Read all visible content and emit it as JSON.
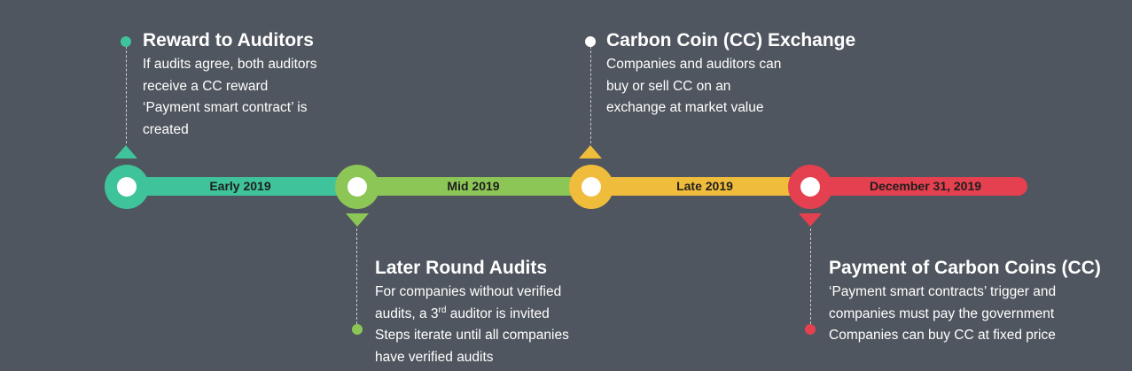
{
  "timeline": {
    "segments": [
      {
        "label": "Early 2019",
        "color": "#3fc39a"
      },
      {
        "label": "Mid 2019",
        "color": "#8cc656"
      },
      {
        "label": "Late 2019",
        "color": "#f0bc3c"
      },
      {
        "label": "December 31, 2019",
        "color": "#e5404f"
      }
    ]
  },
  "events": {
    "reward": {
      "title": "Reward to Auditors",
      "lines": [
        "If audits agree, both auditors",
        "receive a CC reward",
        "‘Payment smart contract’ is",
        "created"
      ]
    },
    "later_round": {
      "title": "Later Round Audits",
      "line1": "For companies without verified",
      "line2_pre": "audits, a 3",
      "line2_sup": "rd",
      "line2_post": " auditor is invited",
      "line3": "Steps iterate until all companies",
      "line4": "have verified audits"
    },
    "exchange": {
      "title": "Carbon Coin (CC) Exchange",
      "lines": [
        "Companies and auditors can",
        "buy or sell CC on an",
        "exchange at market value"
      ]
    },
    "payment": {
      "title": "Payment of Carbon Coins (CC)",
      "lines": [
        "‘Payment smart contracts’ trigger and",
        "companies must pay the government",
        "Companies can buy CC at fixed price"
      ]
    }
  }
}
